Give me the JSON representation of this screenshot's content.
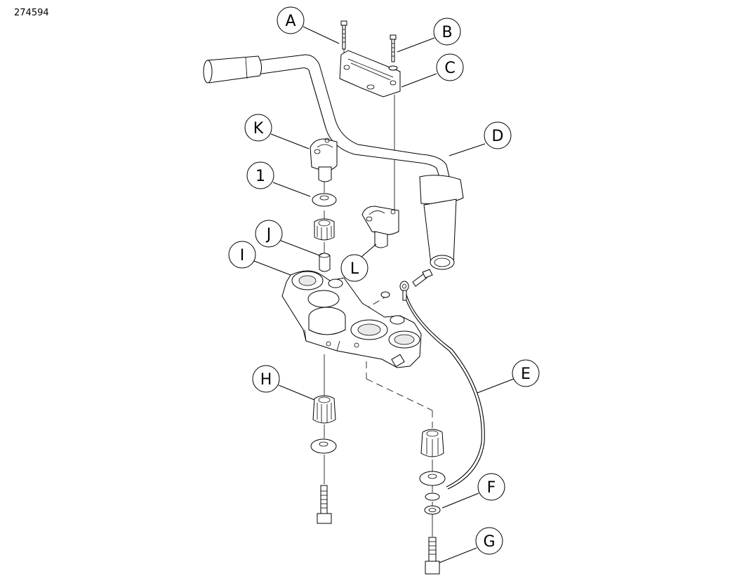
{
  "figure_id": "274594",
  "callouts": {
    "A": "A",
    "B": "B",
    "C": "C",
    "D": "D",
    "E": "E",
    "F": "F",
    "G": "G",
    "H": "H",
    "I": "I",
    "J": "J",
    "K": "K",
    "L": "L",
    "1": "1"
  }
}
